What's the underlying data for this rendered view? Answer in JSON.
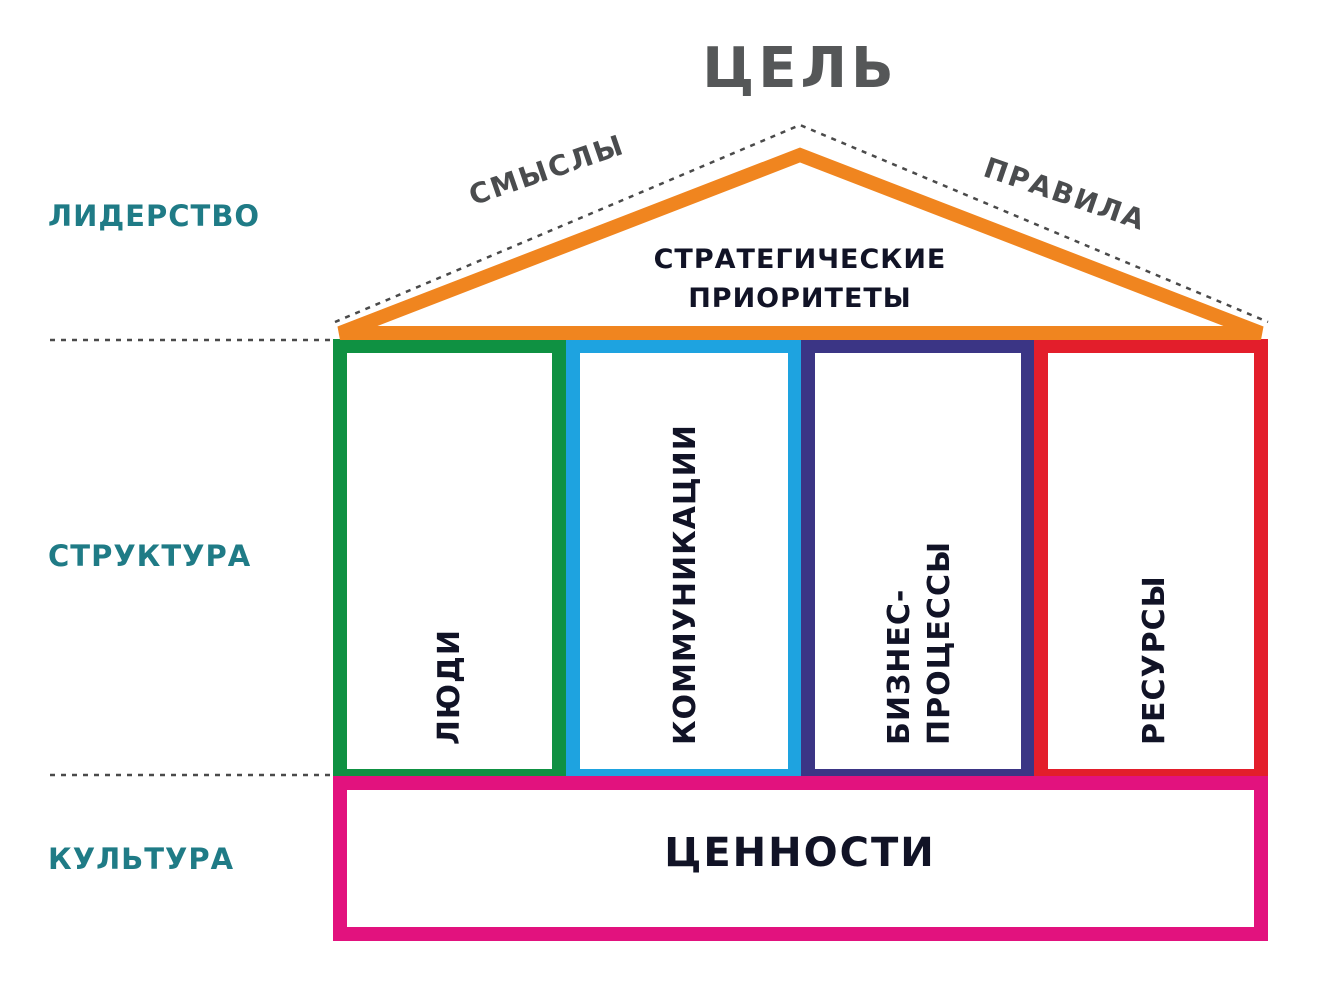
{
  "diagram": {
    "goal": "ЦЕЛЬ",
    "levels": {
      "leadership": "ЛИДЕРСТВО",
      "structure": "СТРУКТУРА",
      "culture": "КУЛЬТУРА"
    },
    "roof": {
      "left_slope": "СМЫСЛЫ",
      "right_slope": "ПРАВИЛА",
      "center_line1": "СТРАТЕГИЧЕСКИЕ",
      "center_line2": "ПРИОРИТЕТЫ",
      "color": "#f0851f"
    },
    "pillars": [
      {
        "label": "ЛЮДИ",
        "color": "#0f9142"
      },
      {
        "label": "КОММУНИКАЦИИ",
        "color": "#1ea3e0"
      },
      {
        "label_line1": "БИЗНЕС-",
        "label_line2": "ПРОЦЕССЫ",
        "color": "#3b3585"
      },
      {
        "label": "РЕСУРСЫ",
        "color": "#e31e2b"
      }
    ],
    "foundation": {
      "label": "ЦЕННОСТИ",
      "color": "#e2127e"
    }
  }
}
